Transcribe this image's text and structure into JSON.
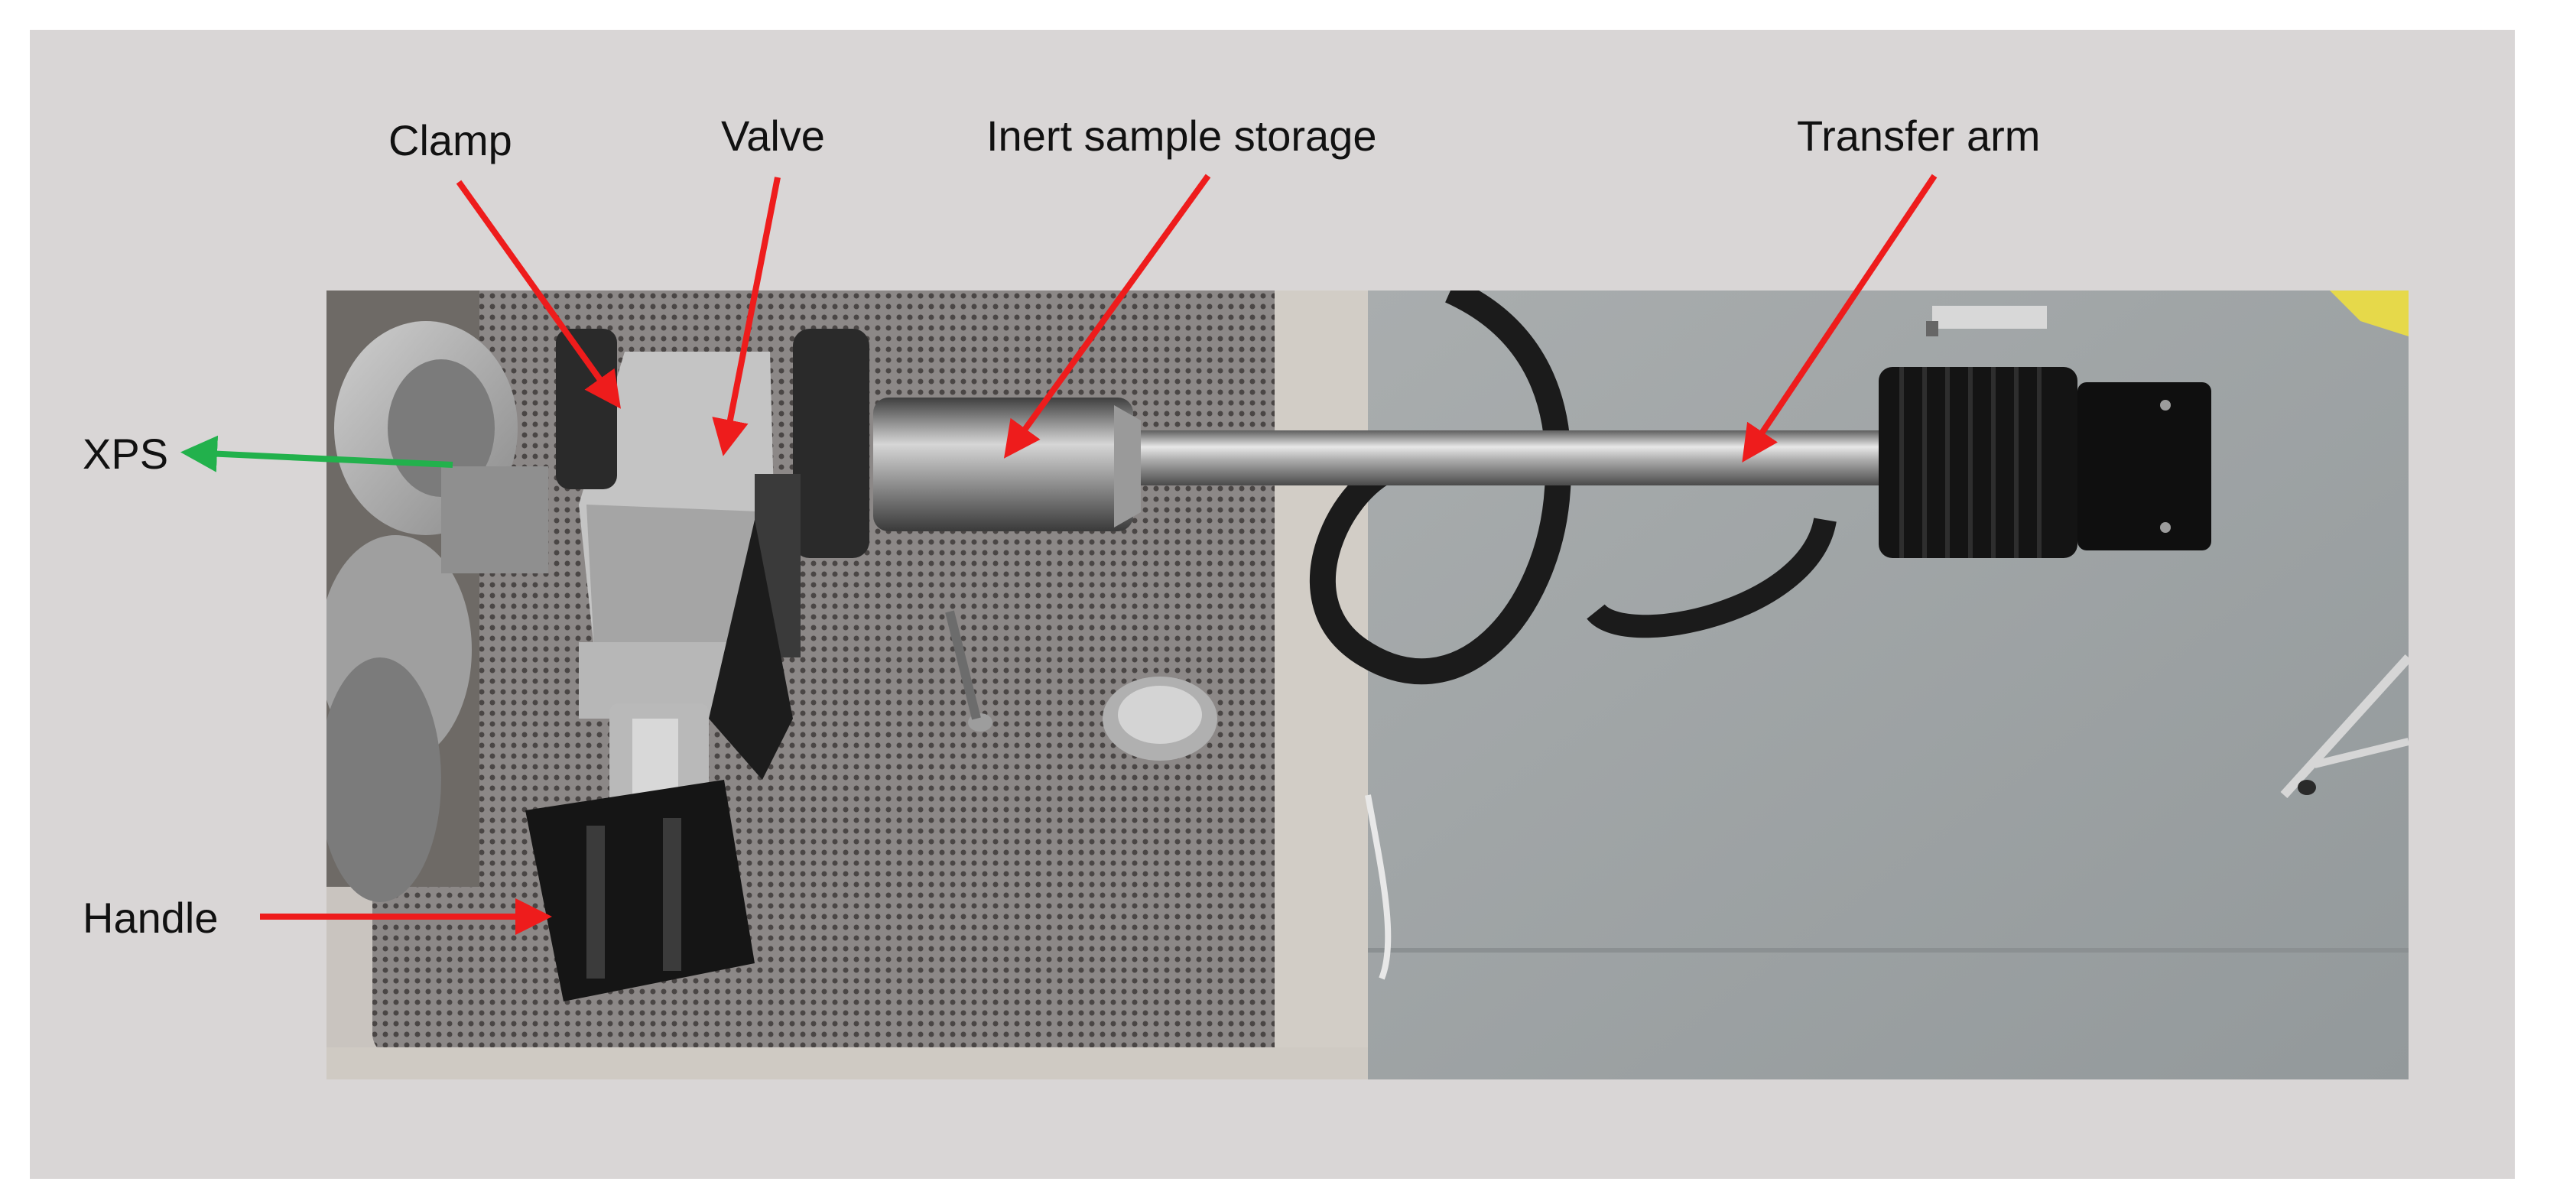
{
  "figure": {
    "labels": {
      "clamp": "Clamp",
      "valve": "Valve",
      "storage": "Inert sample storage",
      "transfer_arm": "Transfer arm",
      "xps": "XPS",
      "handle": "Handle"
    },
    "colors": {
      "background": "#d9d6d6",
      "red_arrow": "#ee1c1c",
      "green_arrow": "#22b14c"
    }
  }
}
